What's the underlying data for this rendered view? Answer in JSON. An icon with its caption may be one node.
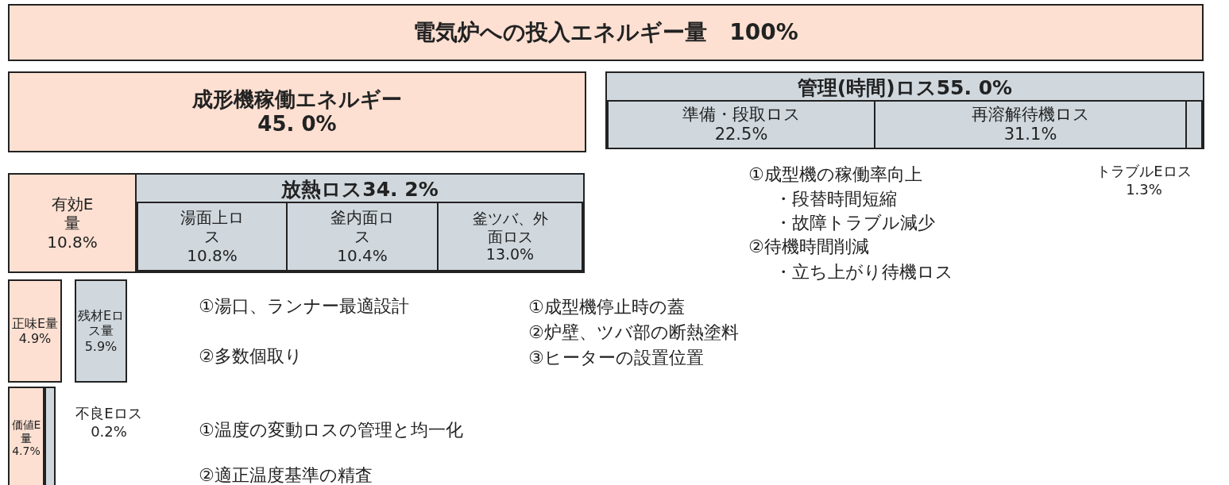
{
  "diagram": {
    "nodes": [
      {
        "text": [
          "電気炉への投入エネルギー量　100%"
        ]
      },
      {
        "text": [
          "成形機稼働エネルギー",
          "45. 0%"
        ]
      },
      {
        "text": [
          "管理(時間)ロス55. 0%"
        ]
      },
      {
        "text": [
          "準備・段取ロス",
          "22.5%"
        ],
        "in": 2
      },
      {
        "text": [
          "再溶解待機ロス31.1%"
        ],
        "in": 2
      },
      {
        "text": [],
        "shape": "bar",
        "in": 2,
        "beside": [
          "トラブルEロス 1.3%"
        ]
      },
      {
        "text": [
          "有効E量",
          "10.8%"
        ]
      },
      {
        "text": [
          "放熱ロス34. 2%"
        ]
      },
      {
        "text": [
          "湯面上ロス",
          "10.8%"
        ],
        "in": 7
      },
      {
        "text": [
          "釜内面ロス",
          "10.4%"
        ],
        "in": 7
      },
      {
        "text": [
          "釜ツバ、外面ロス13.0%"
        ],
        "in": 7
      },
      {
        "text": [
          "正味E量",
          "4.9%"
        ]
      },
      {
        "text": [
          "残材Eロス量",
          "5.9%"
        ]
      },
      {
        "text": [
          "価値E量",
          "4.7%"
        ]
      },
      {
        "text": [],
        "shape": "bar",
        "beside": [
          "不良Eロス 0.2%"
        ]
      }
    ],
    "edges": [],
    "labels": [
      "①成型機の稼働率向上",
      "・段替時間短縮",
      "・故障トラブル減少",
      "②待機時間削減",
      "・立ち上がり待機ロス",
      "①湯口、ランナー最適設計",
      "②多数個取り",
      "①成型機停止時の蓋",
      "②炉壁、ツバ部の断熱塗料",
      "③ヒーターの設置位置",
      "①温度の変動ロスの管理と均一化",
      "②適正温度基準の精査"
    ]
  }
}
